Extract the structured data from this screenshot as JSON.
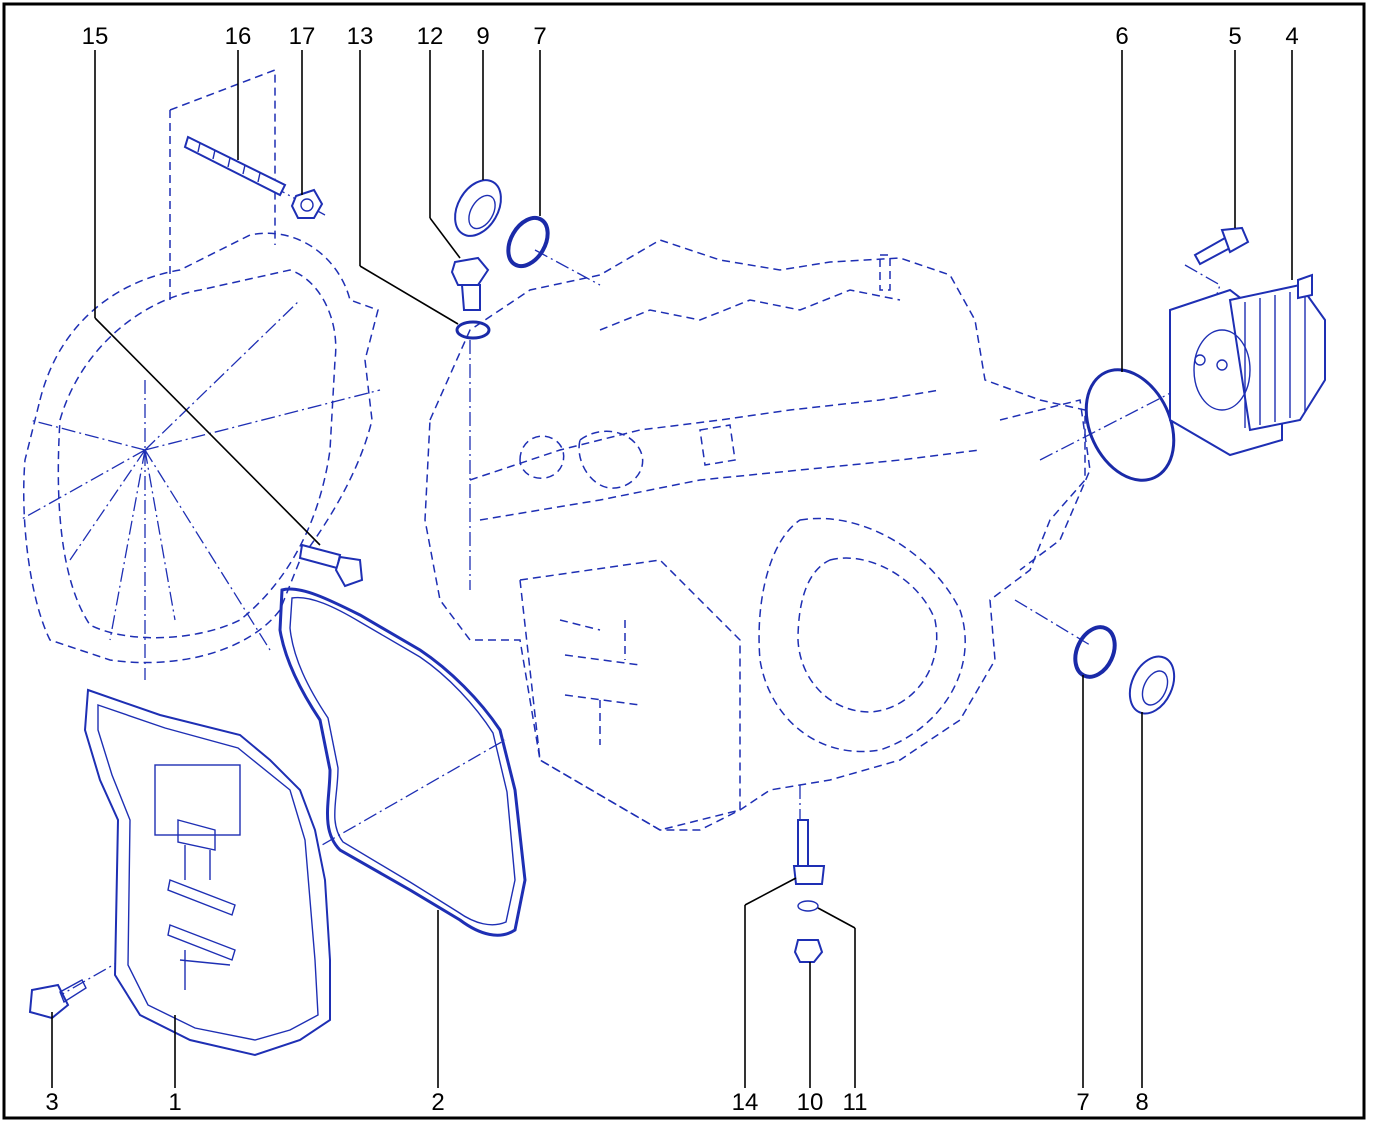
{
  "diagram": {
    "callouts": {
      "c1": "1",
      "c2": "2",
      "c3": "3",
      "c4": "4",
      "c5": "5",
      "c6": "6",
      "c7a": "7",
      "c7b": "7",
      "c8": "8",
      "c9": "9",
      "c10": "10",
      "c11": "11",
      "c12": "12",
      "c13": "13",
      "c14": "14",
      "c15": "15",
      "c16": "16",
      "c17": "17"
    },
    "colors": {
      "line": "#1e2fb4",
      "ring": "#1a2aa8",
      "text": "#000000"
    }
  }
}
